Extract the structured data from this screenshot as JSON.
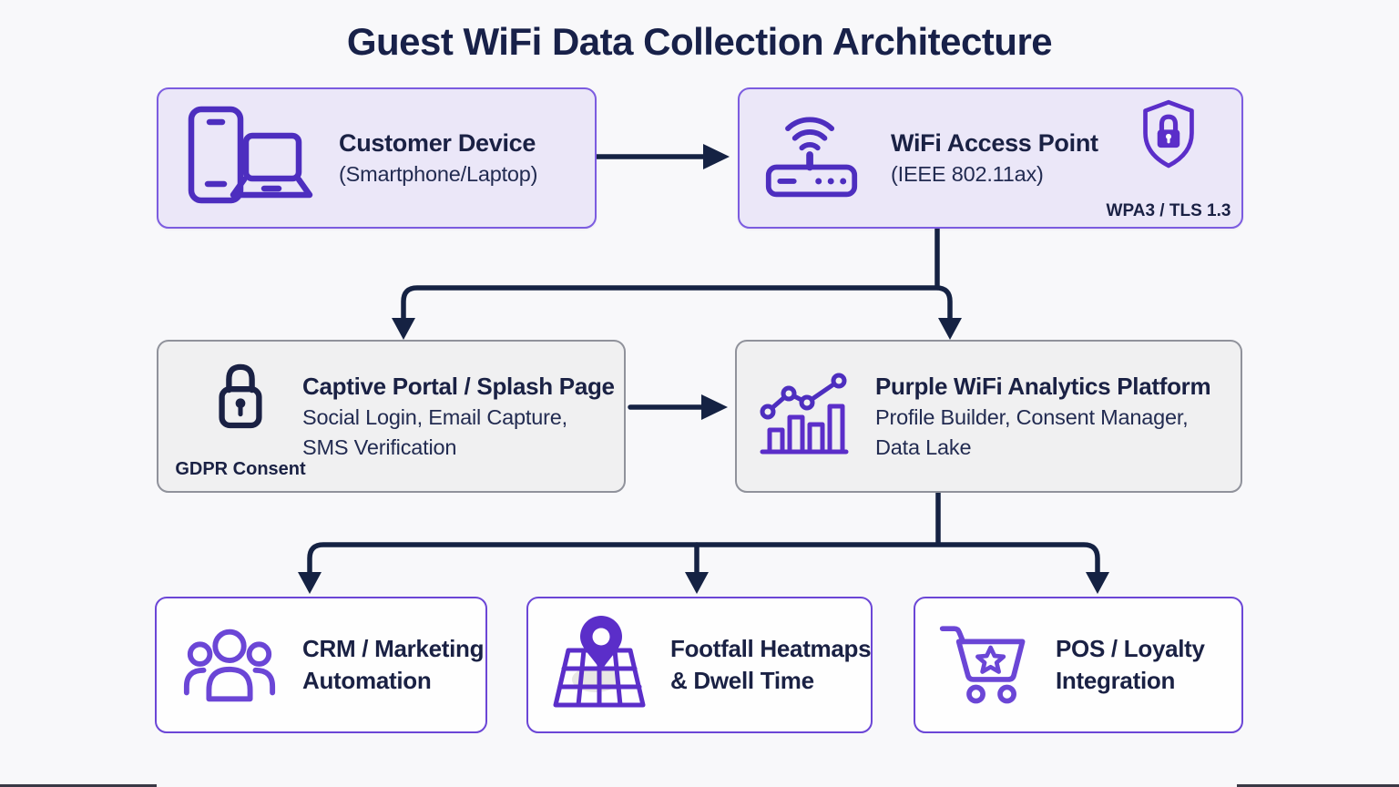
{
  "title": "Guest WiFi Data Collection Architecture",
  "nodes": {
    "customer_device": {
      "title": "Customer Device",
      "subtitle": "(Smartphone/Laptop)"
    },
    "wifi_access_point": {
      "title": "WiFi Access Point",
      "subtitle": "(IEEE 802.11ax)",
      "security_badge": "WPA3 / TLS 1.3"
    },
    "captive_portal": {
      "title": "Captive Portal / Splash Page",
      "subtitle_lines": [
        "Social Login, Email Capture,",
        "SMS Verification"
      ],
      "icon_caption": "GDPR Consent"
    },
    "analytics_platform": {
      "title": "Purple WiFi Analytics Platform",
      "subtitle_lines": [
        "Profile Builder, Consent Manager,",
        "Data Lake"
      ]
    },
    "crm": {
      "title_lines": [
        "CRM / Marketing",
        "Automation"
      ]
    },
    "footfall": {
      "title_lines": [
        "Footfall Heatmaps",
        "& Dwell Time"
      ]
    },
    "pos": {
      "title_lines": [
        "POS / Loyalty",
        "Integration"
      ]
    }
  },
  "icons": {
    "customer_device": "smartphone-laptop-icon",
    "wifi_access_point": "wifi-router-icon",
    "security": "shield-lock-icon",
    "captive_portal": "padlock-icon",
    "analytics_platform": "bar-line-chart-icon",
    "crm": "people-group-icon",
    "footfall": "map-pin-icon",
    "pos": "shopping-cart-star-icon"
  },
  "colors": {
    "title_navy": "#182149",
    "arrow_navy": "#152243",
    "lavender_fill": "#ebe7f8",
    "lavender_border": "#7c5ce0",
    "gray_fill": "#f0f0f1",
    "gray_border": "#90929b",
    "white_fill": "#fefefe",
    "purple_border": "#6b46d6",
    "icon_purple": "#4d2ebf",
    "icon_violet": "#5b2ec9"
  }
}
